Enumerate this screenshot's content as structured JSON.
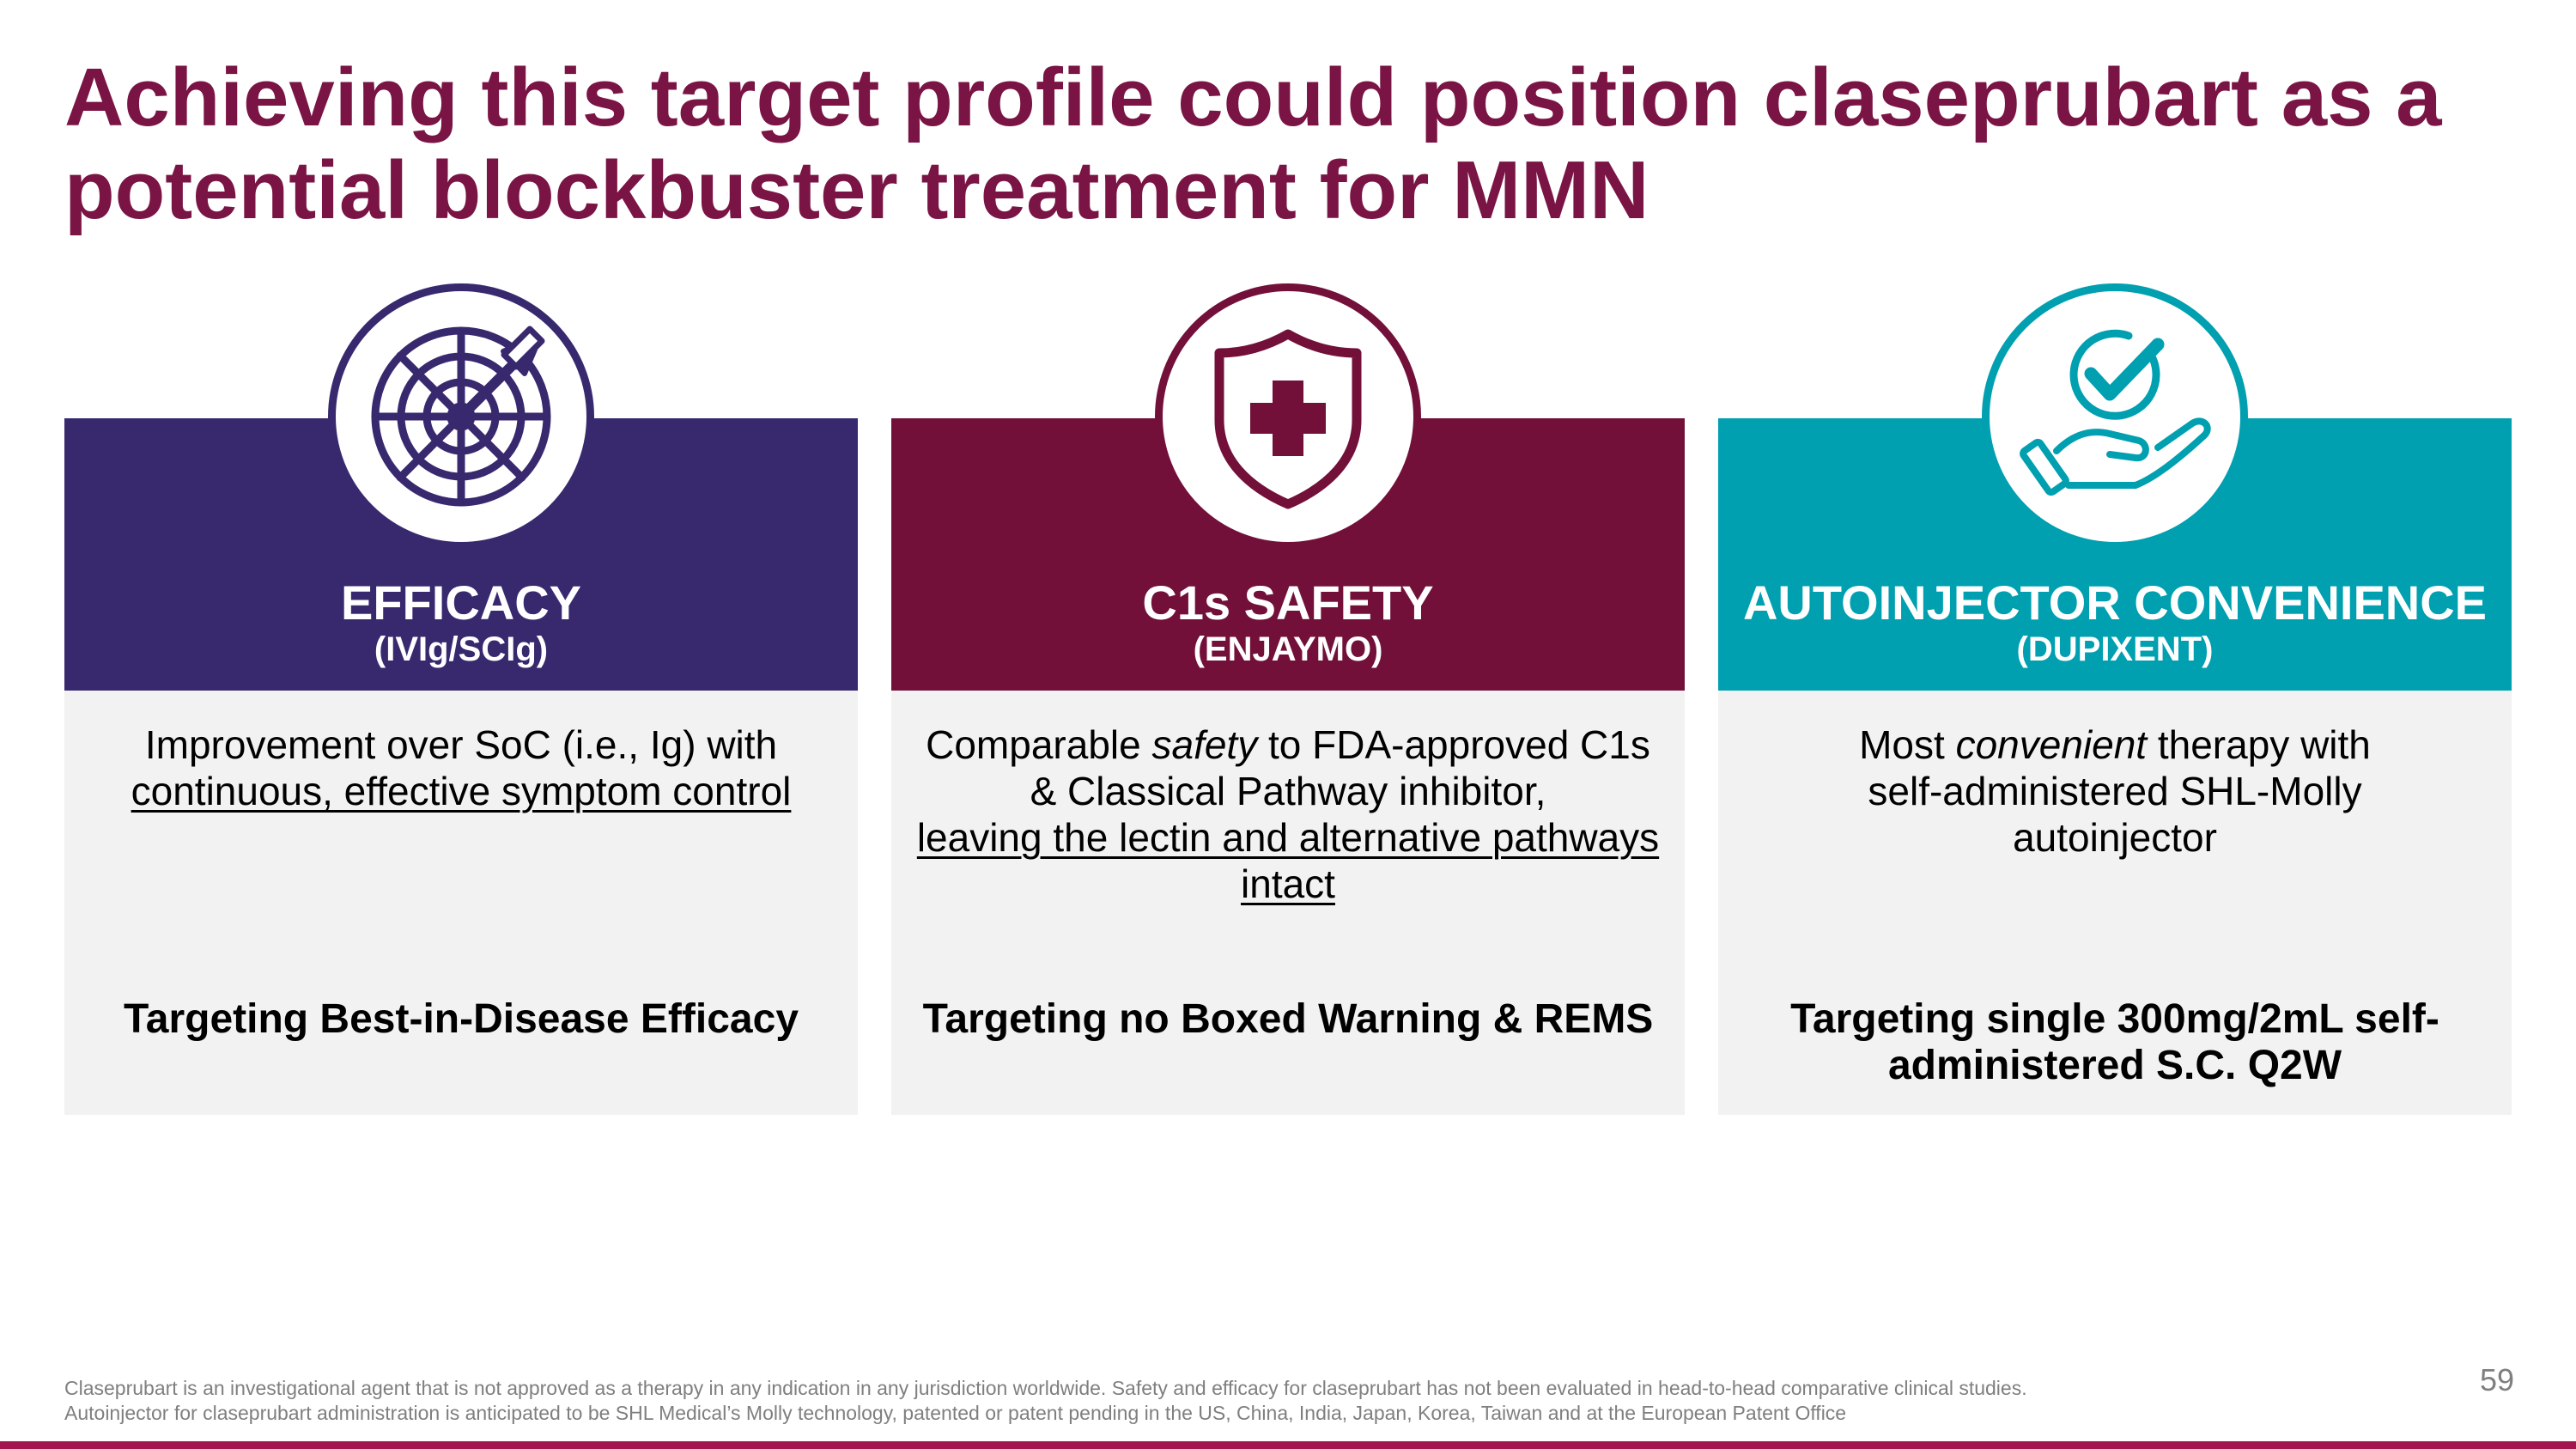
{
  "title": "Achieving this target profile could position claseprubart as a potential blockbuster treatment for MMN",
  "colors": {
    "title": "#7a1444",
    "efficacy": "#38296f",
    "safety": "#721039",
    "convenience": "#00a0b0",
    "card_body": "#f2f2f2",
    "footer_rule": "#a3154f"
  },
  "cards": [
    {
      "icon": "target-dart-icon",
      "heading": "EFFICACY",
      "subheading": "(IVIg/SCIg)",
      "description": {
        "before": "Improvement over SoC (i.e., Ig) with",
        "underlined": "continuous, effective symptom control"
      },
      "target": "Targeting Best-in-Disease Efficacy"
    },
    {
      "icon": "shield-cross-icon",
      "heading": "C1s SAFETY",
      "subheading": "(ENJAYMO)",
      "description": {
        "before": "Comparable",
        "emphasis": "safety",
        "after": "to FDA-approved C1s & Classical Pathway inhibitor,",
        "underlined": "leaving the lectin and alternative pathways intact"
      },
      "target": "Targeting no Boxed Warning & REMS"
    },
    {
      "icon": "hand-checkmark-icon",
      "heading": "AUTOINJECTOR CONVENIENCE",
      "subheading": "(DUPIXENT)",
      "description": {
        "before": "Most",
        "emphasis": "convenient",
        "after": "therapy with self-administered SHL-Molly autoinjector"
      },
      "target": "Targeting single 300mg/2mL self-administered S.C. Q2W"
    }
  ],
  "footnotes": [
    "Claseprubart is an investigational agent that is not approved as a therapy in any indication in any jurisdiction worldwide. Safety and efficacy for claseprubart has not been evaluated in head-to-head comparative clinical studies.",
    "Autoinjector for claseprubart administration is anticipated to be SHL Medical’s Molly technology, patented or patent pending in the US, China, India, Japan, Korea, Taiwan and at the European Patent Office"
  ],
  "page_number": "59"
}
